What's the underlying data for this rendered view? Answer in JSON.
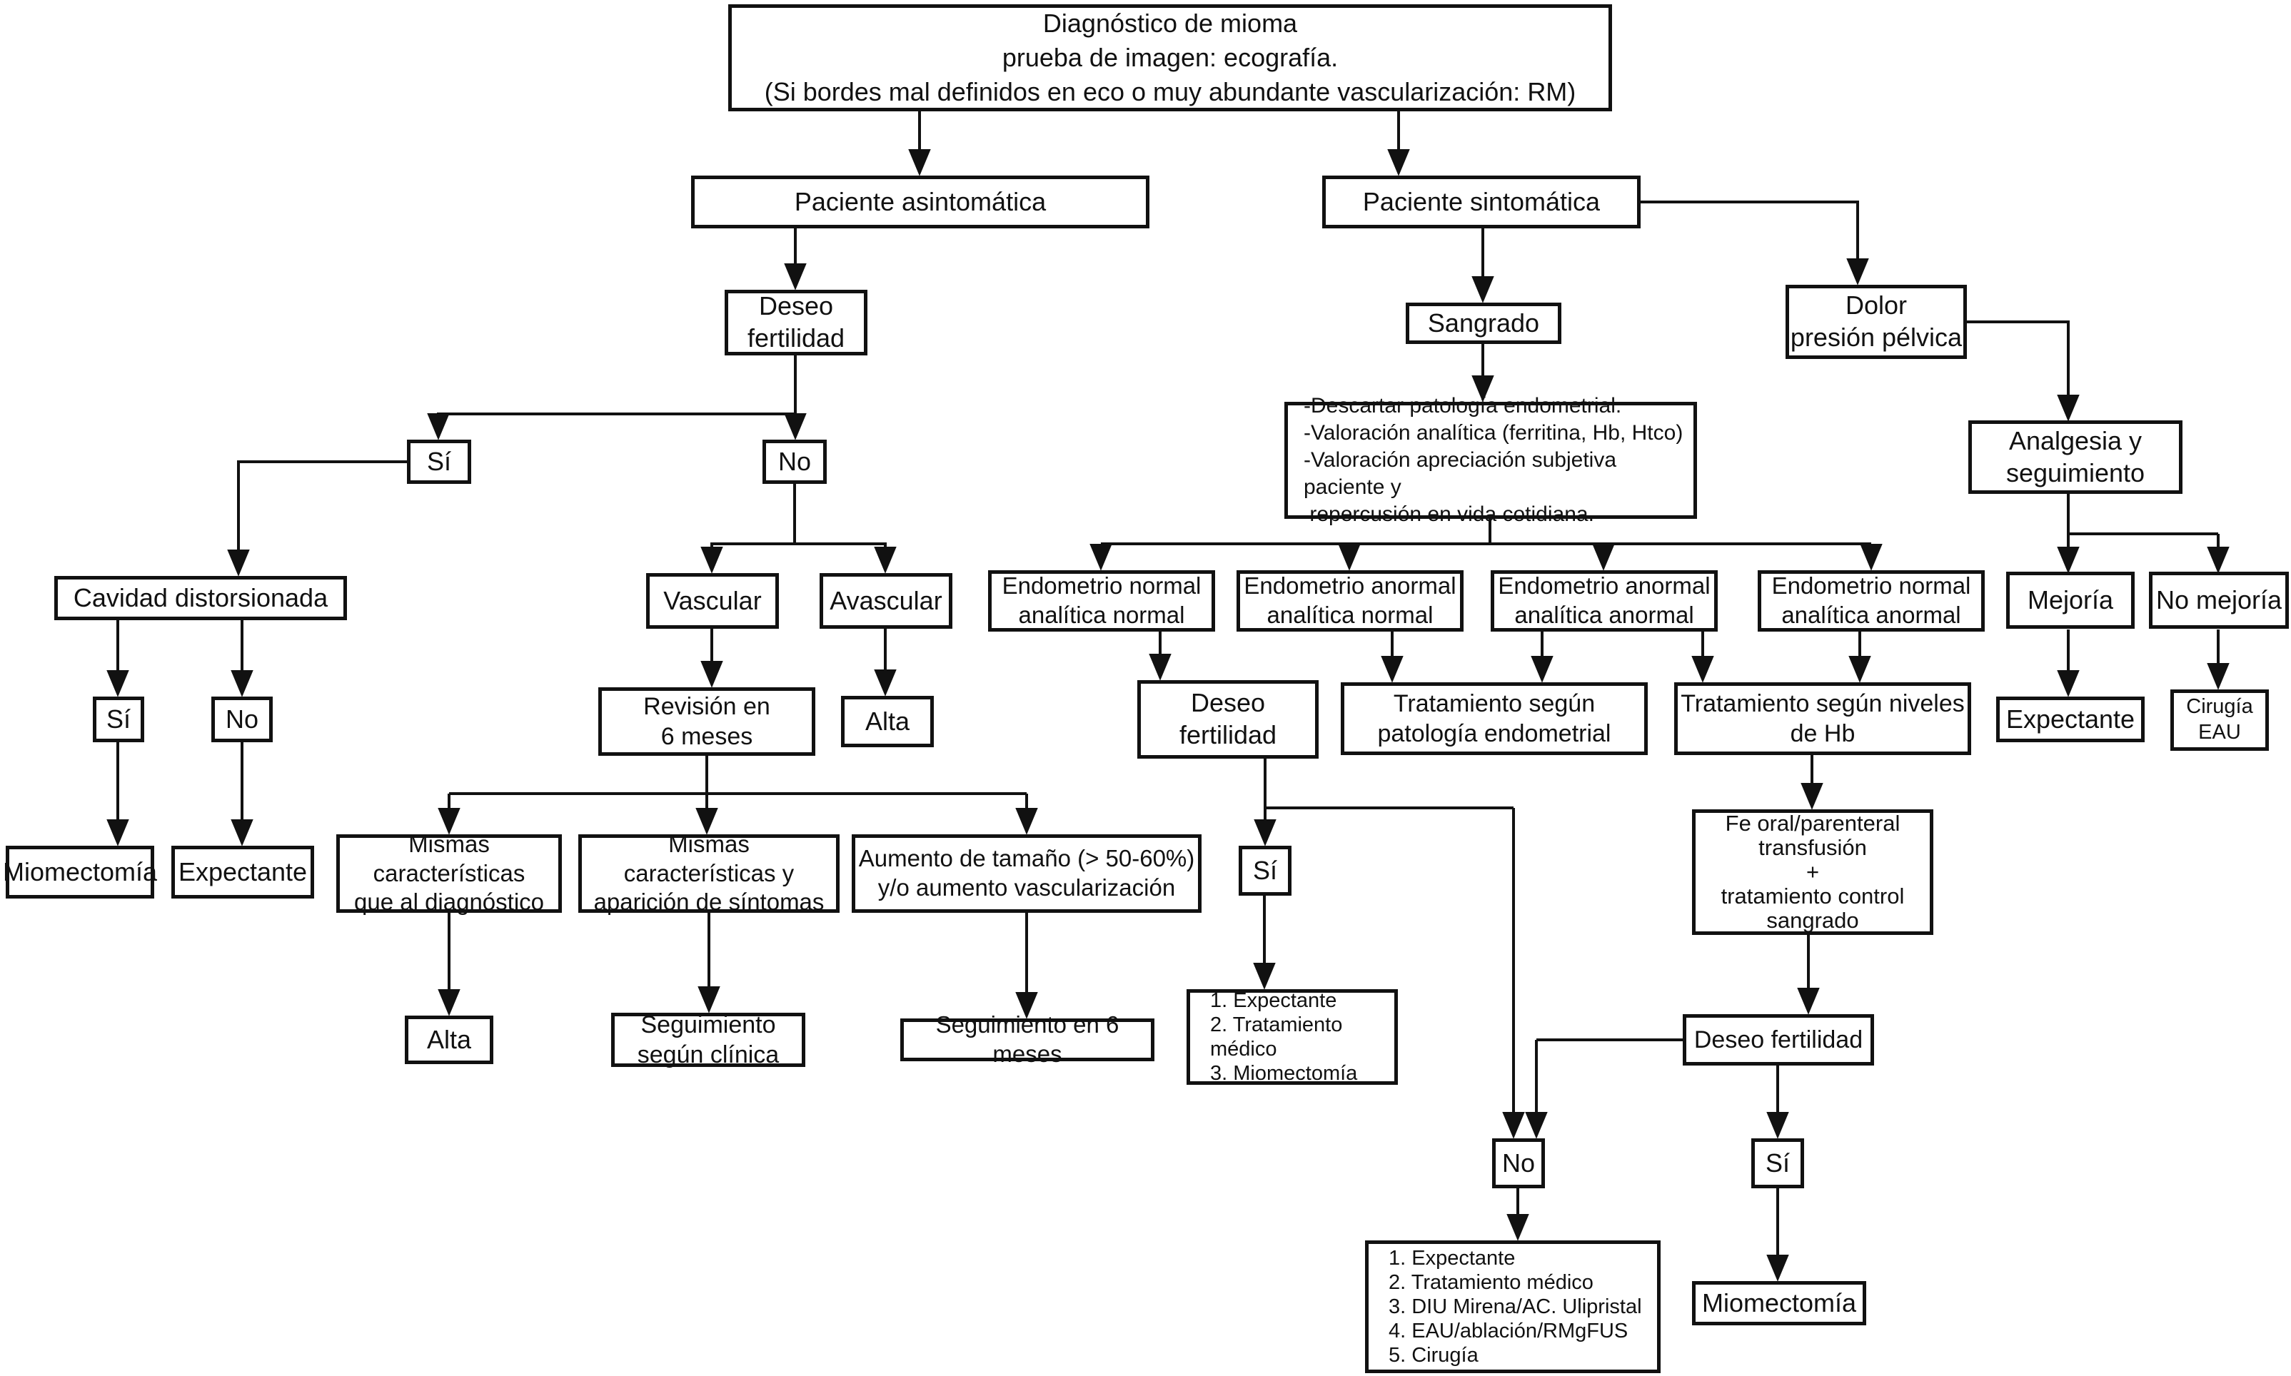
{
  "figure_type": "flowchart",
  "language": "es",
  "colors": {
    "ink": "#111111",
    "background": "#ffffff"
  },
  "nodes": {
    "diagnostico": {
      "label": "Diagnóstico de mioma\nprueba de imagen: ecografía.\n(Si bordes mal definidos en eco o muy abundante vascularización: RM)"
    },
    "asintomatica": {
      "label": "Paciente asintomática"
    },
    "sintomatica": {
      "label": "Paciente sintomática"
    },
    "deseo1": {
      "label": "Deseo\nfertilidad"
    },
    "sangrado": {
      "label": "Sangrado"
    },
    "dolor": {
      "label": "Dolor\npresión pélvica"
    },
    "si1": {
      "label": "Sí"
    },
    "no1": {
      "label": "No"
    },
    "cavidad": {
      "label": "Cavidad distorsionada"
    },
    "si2": {
      "label": "Sí"
    },
    "no2": {
      "label": "No"
    },
    "miomectomia1": {
      "label": "Miomectomía"
    },
    "expectante1": {
      "label": "Expectante"
    },
    "vascular": {
      "label": "Vascular"
    },
    "avascular": {
      "label": "Avascular"
    },
    "revision": {
      "label": "Revisión en\n6 meses"
    },
    "alta1": {
      "label": "Alta"
    },
    "mismas1": {
      "label": "Mismas\ncaracterísticas\nque al diagnóstico"
    },
    "mismas2": {
      "label": "Mismas\ncaracterísticas y\naparición de síntomas"
    },
    "aumento": {
      "label": "Aumento de tamaño (> 50-60%)\ny/o aumento vascularización"
    },
    "alta2": {
      "label": "Alta"
    },
    "seg_clinica": {
      "label": "Seguimiento\nsegún clínica"
    },
    "seg_6m": {
      "label": "Seguimiento en 6 meses"
    },
    "valoracion": {
      "label": "-Descartar patología endometrial.\n-Valoración analítica (ferritina, Hb, Htco)\n-Valoración apreciación subjetiva paciente y\n repercusión en vida cotidiana."
    },
    "endo1": {
      "label": "Endometrio normal\nanalítica normal"
    },
    "endo2": {
      "label": "Endometrio anormal\nanalítica normal"
    },
    "endo3": {
      "label": "Endometrio anormal\nanalítica anormal"
    },
    "endo4": {
      "label": "Endometrio normal\nanalítica anormal"
    },
    "deseo2": {
      "label": "Deseo\nfertilidad"
    },
    "trat_pat": {
      "label": "Tratamiento según\npatología endometrial"
    },
    "trat_hb": {
      "label": "Tratamiento según niveles\nde Hb"
    },
    "si3": {
      "label": "Sí"
    },
    "lista1": {
      "label": "1. Expectante\n2. Tratamiento médico\n3. Miomectomía"
    },
    "fe_oral": {
      "label": "Fe oral/parenteral\ntransfusión\n+\ntratamiento control\nsangrado"
    },
    "deseo3": {
      "label": "Deseo fertilidad"
    },
    "no3": {
      "label": "No"
    },
    "si4": {
      "label": "Sí"
    },
    "lista2": {
      "label": "1. Expectante\n2. Tratamiento médico\n3. DIU Mirena/AC. Ulipristal\n4. EAU/ablación/RMgFUS\n5. Cirugía"
    },
    "miomectomia2": {
      "label": "Miomectomía"
    },
    "analgesia": {
      "label": "Analgesia y\nseguimiento"
    },
    "mejoria": {
      "label": "Mejoría"
    },
    "no_mejoria": {
      "label": "No mejoría"
    },
    "expectante2": {
      "label": "Expectante"
    },
    "cirugia_eau": {
      "label": "Cirugía\nEAU"
    }
  }
}
